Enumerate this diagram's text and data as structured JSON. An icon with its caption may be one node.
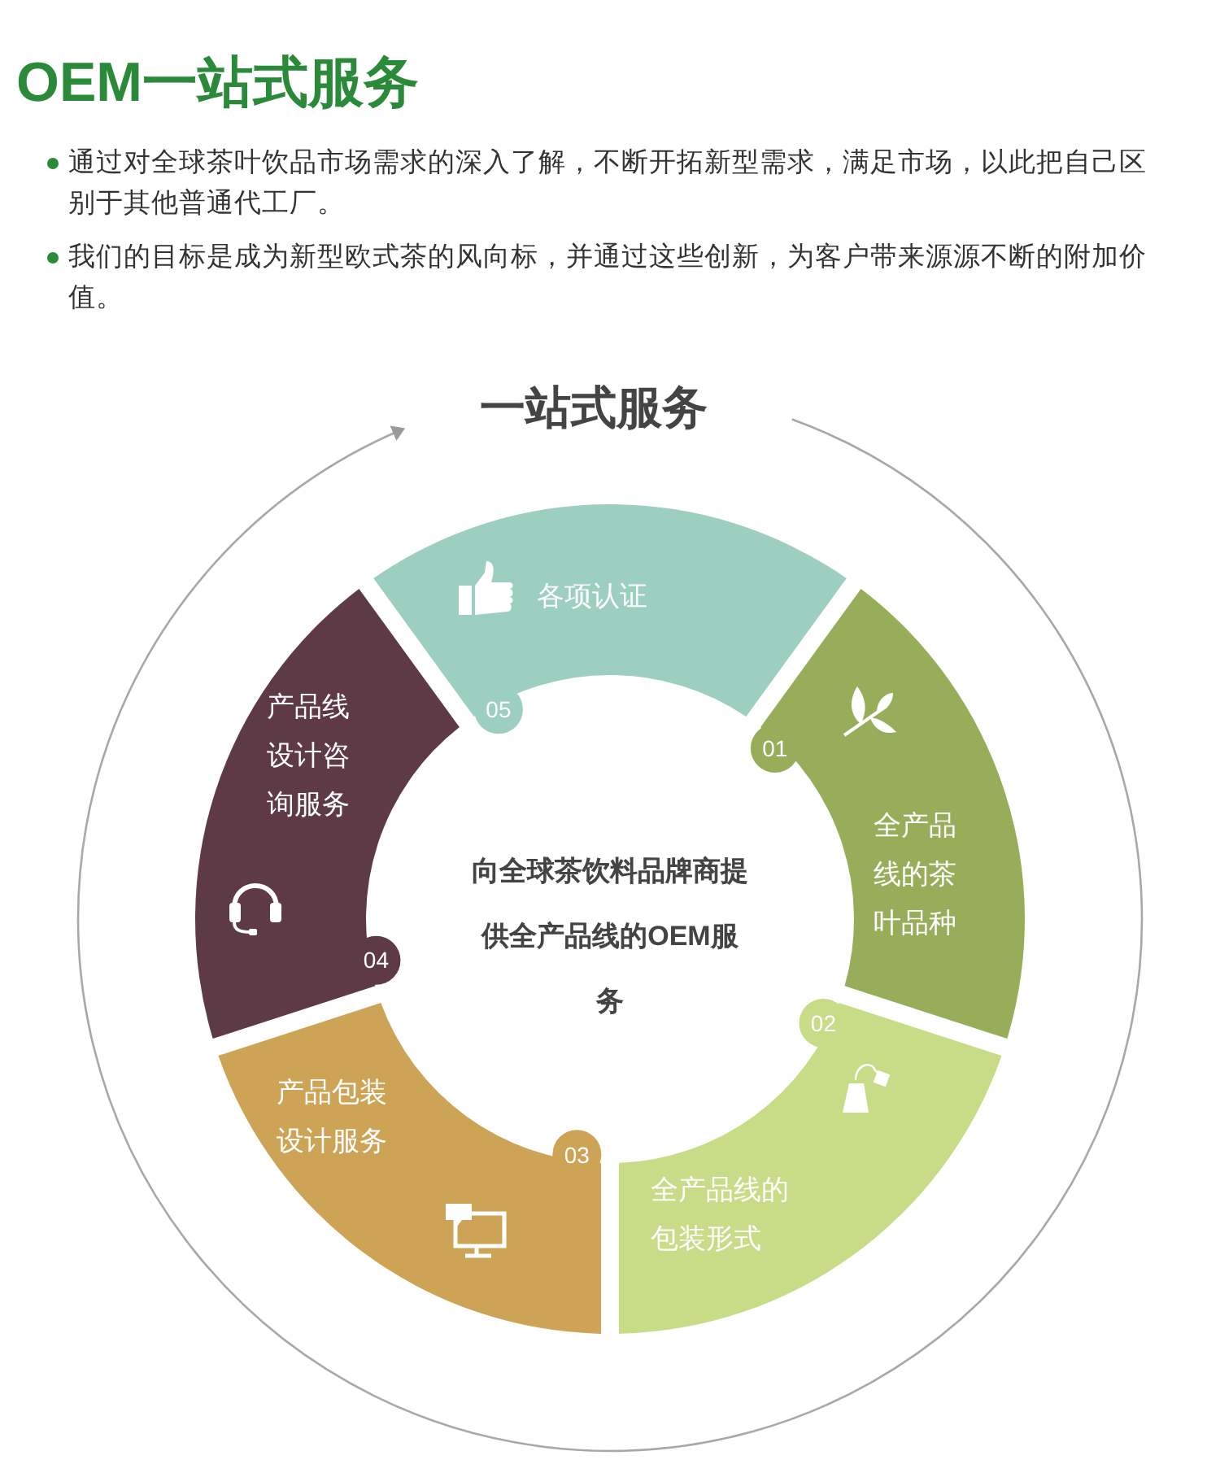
{
  "diagram": {
    "title": "OEM一站式服务",
    "nodes": [
      {
        "text": [
          "01",
          "全产品线的茶叶品种"
        ]
      },
      {
        "text": [
          "02",
          "全产品线的包装形式"
        ]
      },
      {
        "text": [
          "03",
          "产品包装设计服务"
        ]
      },
      {
        "text": [
          "04",
          "产品线设计咨询服务"
        ]
      },
      {
        "text": [
          "05",
          "各项认证"
        ]
      }
    ],
    "labels": [
      "通过对全球茶叶饮品市场需求的深入了解，不断开拓新型需求，满足市场，以此把自己区别于其他普通代工厂。",
      "我们的目标是成为新型欧式茶的风向标，并通过这些创新，为客户带来源源不断的附加价值。",
      "一站式服务",
      "向全球茶饮料品牌商提供全产品线的OEM服务"
    ]
  }
}
